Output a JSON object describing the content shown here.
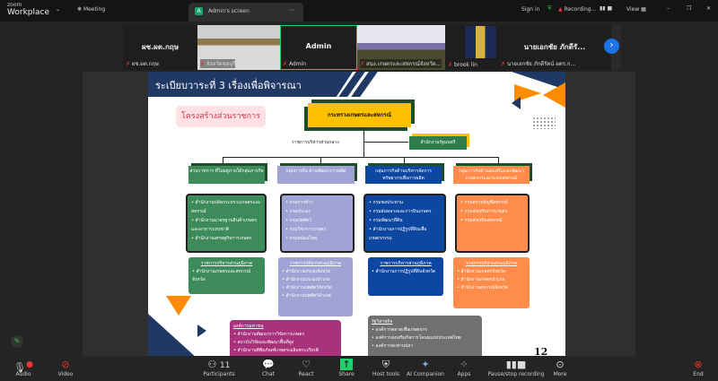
{
  "app": {
    "brand_top": "zoom",
    "brand_bottom": "Workplace",
    "meeting_label": "Meeting",
    "tab_label": "Admin's screen",
    "tab_initial": "A",
    "sign_in": "Sign in",
    "recording": "Recording...",
    "view": "View"
  },
  "participants": [
    {
      "display": "ผช.ผต.กฤษ",
      "label": "ผช.ผต.กฤษ"
    },
    {
      "display": "",
      "label": "จังหวัดชลบุรี"
    },
    {
      "display": "Admin",
      "label": "Admin"
    },
    {
      "display": "",
      "label": "สนง.เกษตรและสหกรณ์จังหวัด..."
    },
    {
      "display": "",
      "label": "brook lin"
    },
    {
      "display": "นายเอกชัย ภักดีรั...",
      "label": "นายเอกชัย ภักดีรัตน์ ผตร.ก..."
    }
  ],
  "slide": {
    "title": "ระเบียบวาระที่ 3 เรื่องเพื่อพิจารณา",
    "subtitle": "โครงสร้างส่วนราชการ",
    "ministry": "กระทรวงเกษตรและสหกรณ์",
    "central_label": "ราชการบริหารส่วนกลาง",
    "minister_office": "สำนักงานรัฐมนตรี",
    "groups": [
      {
        "header": "ส่วนราชการ ที่ไม่อยู่ภายใต้กลุ่มภารกิจ",
        "items": [
          "สำนักงานปลัดกระทรวงเกษตรและสหกรณ์",
          "สำนักงานมาตรฐานสินค้าเกษตรและอาหารแห่งชาติ",
          "สำนักงานเศรษฐกิจการเกษตร"
        ],
        "regional_title": "ราชการบริหารส่วนภูมิภาค",
        "regional": [
          "สำนักงานเกษตรและสหกรณ์จังหวัด"
        ]
      },
      {
        "header": "กลุ่มภารกิจ ด้านพัฒนาการผลิต",
        "items": [
          "กรมการข้าว",
          "กรมประมง",
          "กรมปศุสัตว์",
          "กรมวิชาการเกษตร",
          "กรมหม่อนไหม"
        ],
        "regional_title": "ราชการบริหารส่วนภูมิภาค",
        "regional": [
          "สำนักงานประมงจังหวัด",
          "สำนักงานประมงอำเภอ",
          "สำนักงานปศุสัตว์จังหวัด",
          "สำนักงานปศุสัตว์อำเภอ"
        ]
      },
      {
        "header": "กลุ่มภารกิจด้านบริหารจัดการ ทรัพยากรเพื่อการผลิต",
        "items": [
          "กรมชลประทาน",
          "กรมฝนหลวงและการบินเกษตร",
          "กรมพัฒนาที่ดิน",
          "สำนักงานการปฏิรูปที่ดินเพื่อเกษตรกรรม"
        ],
        "regional_title": "ราชการบริหารส่วนภูมิภาค",
        "regional": [
          "สำนักงานการปฏิรูปที่ดินจังหวัด"
        ]
      },
      {
        "header": "กลุ่มภารกิจด้านส่งเสริมและพัฒนา เกษตรกรและระบบสหกรณ์",
        "items": [
          "กรมตรวจบัญชีสหกรณ์",
          "กรมส่งเสริมการเกษตร",
          "กรมส่งเสริมสหกรณ์"
        ],
        "regional_title": "ราชการบริหารส่วนภูมิภาค",
        "regional": [
          "สำนักงานเกษตรจังหวัด",
          "สำนักงานเกษตรอำเภอ",
          "สำนักงานสหกรณ์จังหวัด"
        ]
      }
    ],
    "public_org": {
      "title": "องค์การมหาชน",
      "items": [
        "สำนักงานพัฒนาการวิจัยการเกษตร",
        "สถาบันวิจัยและพัฒนาพื้นที่สูง",
        "สำนักงานพิพิธภัณฑ์เกษตรเฉลิมพระเกียรติ"
      ]
    },
    "state_ent": {
      "title": "รัฐวิสาหกิจ",
      "items": [
        "องค์การตลาดเพื่อเกษตรกร",
        "องค์การส่งเสริมกิจการโคนมแห่งประเทศไทย",
        "องค์การสะพานปลา"
      ]
    },
    "page_number": "12"
  },
  "toolbar": {
    "audio": "Audio",
    "video": "Video",
    "participants": "Participants",
    "participant_count": "11",
    "chat": "Chat",
    "react": "React",
    "share": "Share",
    "host_tools": "Host tools",
    "ai": "AI Companion",
    "apps": "Apps",
    "pause": "Pause/stop recording",
    "more": "More",
    "end": "End"
  },
  "colors": {
    "green": "#3d8b5a",
    "lavender": "#a0a4d4",
    "blue": "#0d47a1",
    "orange": "#ff8c4a",
    "navy": "#1f3864",
    "yellow": "#ffc000",
    "magenta": "#a8337c",
    "gray": "#707070"
  }
}
